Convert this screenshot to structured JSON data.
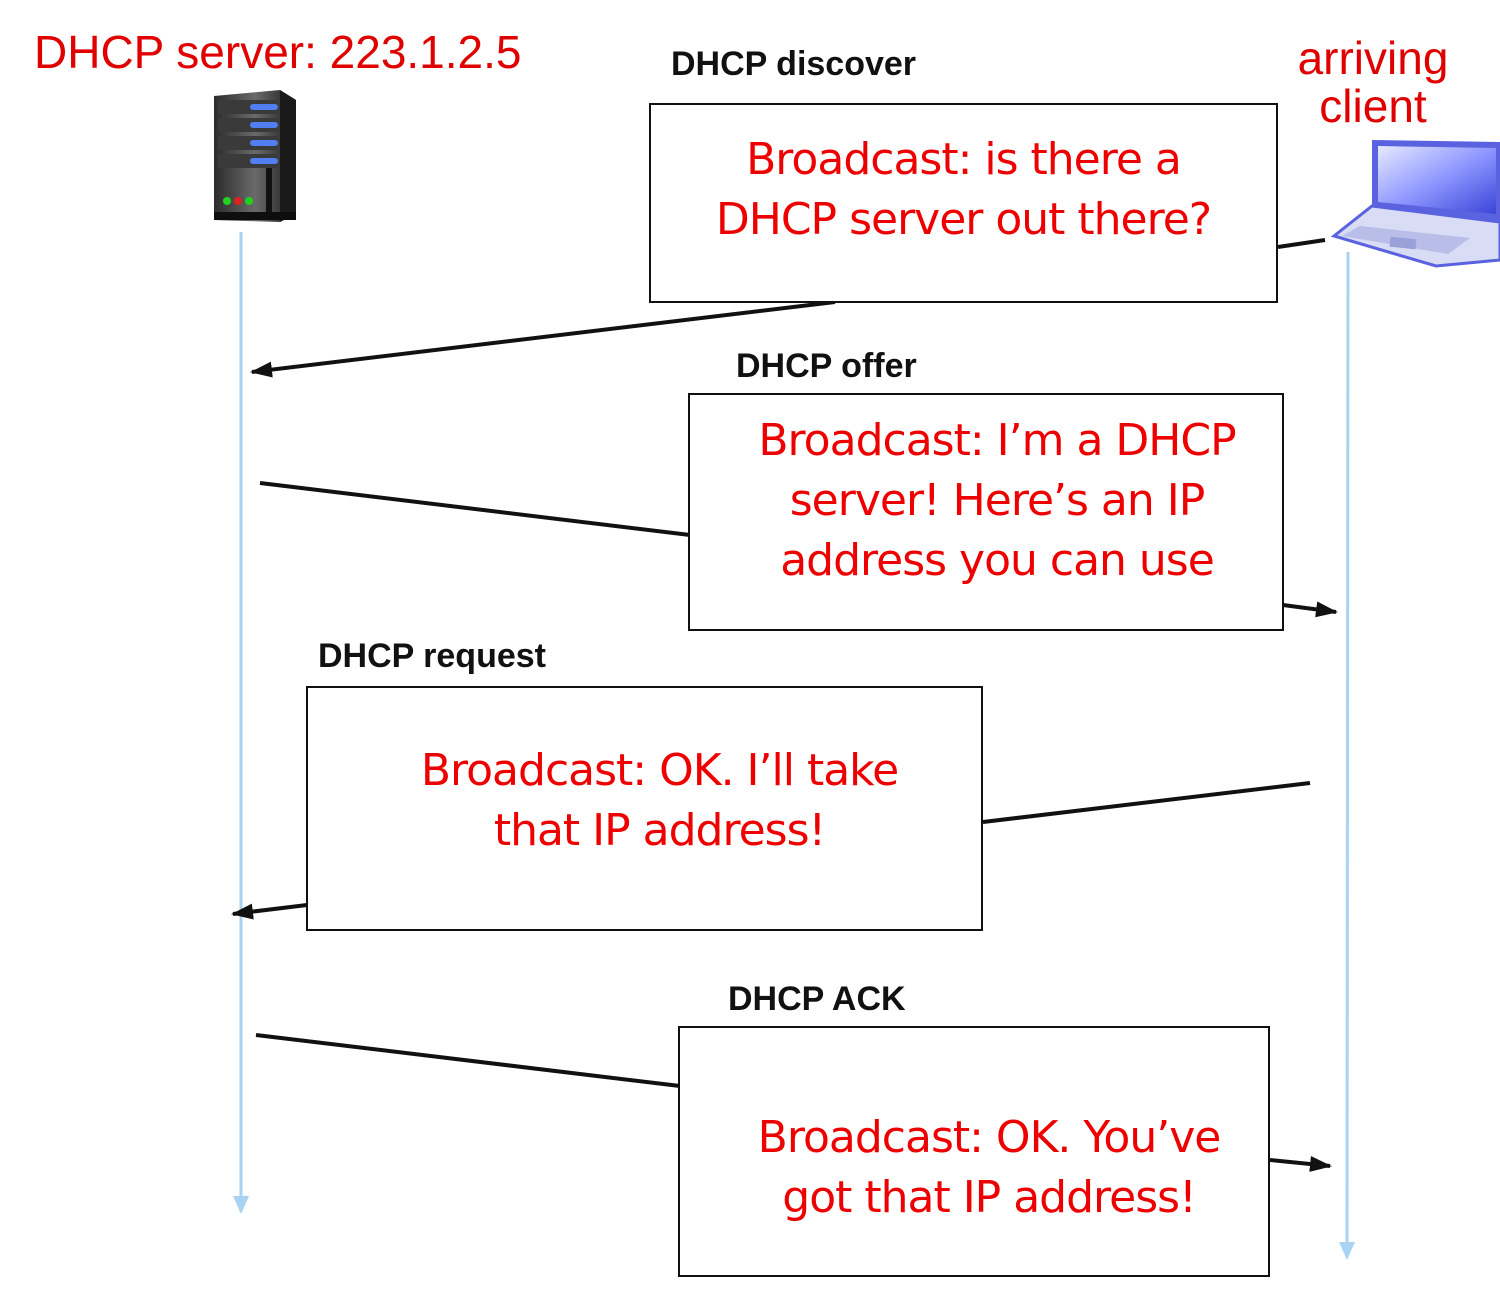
{
  "colors": {
    "title_red": "#e00000",
    "message_red": "#ee0000",
    "timeline_blue": "#a9d3f2",
    "arrow_black": "#111111"
  },
  "server": {
    "title": "DHCP server: 223.1.2.5",
    "icon": "server-tower-icon"
  },
  "client": {
    "title_line1": "arriving",
    "title_line2": "client",
    "icon": "laptop-icon"
  },
  "messages": [
    {
      "label": "DHCP discover",
      "direction": "client-to-server",
      "lines": [
        "Broadcast: is there a",
        "DHCP server out there?"
      ]
    },
    {
      "label": "DHCP offer",
      "direction": "server-to-client",
      "lines": [
        "Broadcast: I’m a DHCP",
        "server! Here’s an IP",
        "address you can use"
      ]
    },
    {
      "label": "DHCP request",
      "direction": "client-to-server",
      "lines": [
        "Broadcast: OK.  I’ll take",
        "that IP address!"
      ]
    },
    {
      "label": "DHCP ACK",
      "direction": "server-to-client",
      "lines": [
        "Broadcast: OK.  You’ve",
        "got that IP address!"
      ]
    }
  ]
}
